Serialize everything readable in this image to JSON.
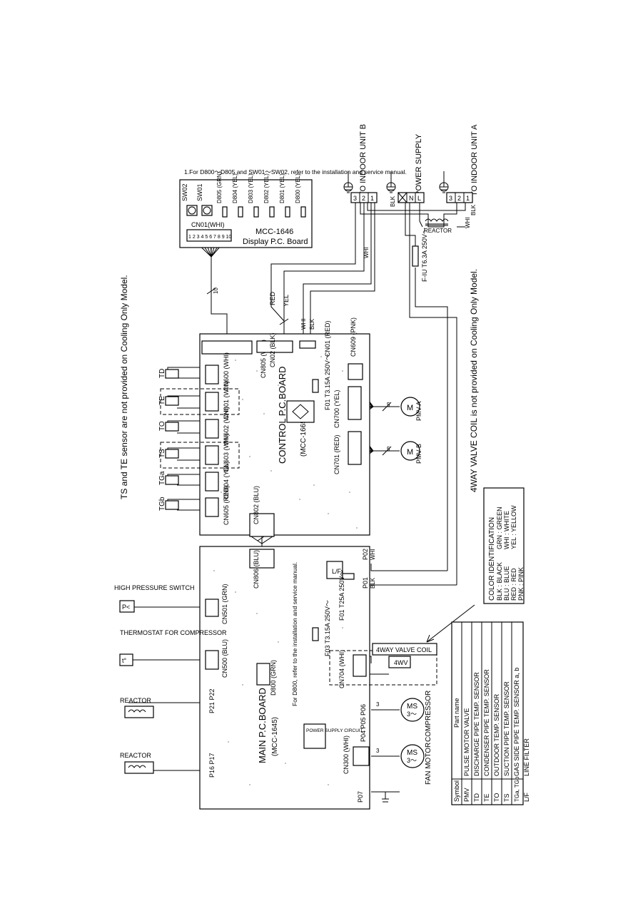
{
  "display_board": {
    "note": "1.For D800～D805 and SW01～SW02, refer to the installation and service manual.",
    "switches": [
      "SW02",
      "SW01"
    ],
    "leds": [
      "D805 (GRN)",
      "D804 (YEL)",
      "D803 (YEL)",
      "D802 (YEL)",
      "D801 (YEL)",
      "D800 (YEL)"
    ],
    "connector": "CN01(WHI)",
    "pins": "1 2 3 4 5 6 7 8 9 10",
    "model": "MCC-1646",
    "name": "Display P.C. Board",
    "cable_count": "10"
  },
  "terminals": {
    "unit_b": "TO INDOOR UNIT B",
    "power": "POWER SUPPLY",
    "unit_a": "TO INDOOR UNIT A",
    "numbers": [
      "3",
      "2",
      "1"
    ],
    "power_labels": [
      "N",
      "L"
    ],
    "blk": "BLK",
    "reactor": "REACTOR",
    "fuse": "F-IU T6.3A 250V～",
    "whi": "WHI",
    "red": "RED",
    "yel": "YEL"
  },
  "control_board": {
    "title": "CONTROL P.C.BOARD",
    "model": "(MCC-1665)",
    "sensor_connectors": [
      {
        "sensor": "TD",
        "cn": "CN600 (WHI)"
      },
      {
        "sensor": "TE",
        "cn": "CN601 (WHI)"
      },
      {
        "sensor": "TO",
        "cn": "CN602 (WHI)"
      },
      {
        "sensor": "TS",
        "cn": "CN603 (WHI)"
      },
      {
        "sensor": "TGa",
        "cn": "CN604 (YEL)"
      },
      {
        "sensor": "TGb",
        "cn": "CN605 (RED)"
      }
    ],
    "cn805": "CN805 (WHI)",
    "cn02": "CN02 (BLK)",
    "cn01": "CN01 (RED)",
    "cn609": "CN609 (PNK)",
    "cn700": "CN700 (YEL)",
    "cn701": "CN701 (RED)",
    "cn802": "CN802 (BLU)",
    "fuse": "F01 T3.15A 250V～",
    "pmv_a": "PMV A",
    "pmv_b": "PMV B",
    "motor": "M"
  },
  "sensor_note": "TS and TE sensor are not provided on Cooling Only Model.",
  "valve_note": "4WAY VALVE COIL is not provided on Cooling Only Model.",
  "color_id": {
    "title": "COLOR IDENTIFICATION",
    "col1": [
      "BLK : BLACK",
      "BLU : BLUE",
      "RED : RED",
      "PNK : PINK"
    ],
    "col2": [
      "GRN : GREEN",
      "WHI : WHITE",
      "YEL : YELLOW"
    ]
  },
  "main_board": {
    "title": "MAIN P.C.BOARD",
    "model": "(MCC-1645)",
    "cn806": "CN806 (BLU)",
    "cn501": "CN501 (GRN)",
    "cn500": "CN500 (BLU)",
    "cn704": "CN704 (WHI)",
    "cn300": "CN300 (WHI)",
    "lf": "L/F",
    "p02": "P02",
    "p01": "P01",
    "whi": "WHI",
    "blk": "BLK",
    "f01": "F01 T25A 250V～",
    "f03": "F03 T3.15A 250V～",
    "d800": "D800 (GRN)",
    "d800_note": "For D800, refer to the installation and service manual.",
    "power_circuit": "POWER SUPPLY CIRCUIT",
    "valve_coil": "4WAY VALVE COIL",
    "fourwv": "4WV",
    "p04_06": "P04 P05 P06",
    "p21_22": "P21 P22",
    "p16_17": "P16 P17",
    "p07": "P07",
    "compressor": "COMPRESSOR",
    "fan_motor": "FAN MOTOR",
    "ms": "MS",
    "three_phase": "3～"
  },
  "external": {
    "high_pressure": "HIGH PRESSURE SWITCH",
    "thermostat": "THERMOSTAT FOR COMPRESSOR",
    "reactor": "REACTOR",
    "p_symbol": "P<",
    "t_symbol": "t°",
    "three": "3",
    "five": "5"
  },
  "legend": {
    "headers": [
      "Symbol",
      "Part name"
    ],
    "rows": [
      [
        "PMV",
        "PULSE MOTOR VALVE"
      ],
      [
        "TD",
        "DISCHARGE PIPE TEMP. SENSOR"
      ],
      [
        "TE",
        "CONDENSER PIPE TEMP. SENSOR"
      ],
      [
        "TO",
        "OUTDOOR TEMP. SENSOR"
      ],
      [
        "TS",
        "SUCTION PIPE TEMP. SENSOR"
      ],
      [
        "TGa, TGb",
        "GAS SIDE PIPE TEMP. SENSOR a, b"
      ],
      [
        "L/F",
        "LINE FILTER"
      ]
    ]
  }
}
